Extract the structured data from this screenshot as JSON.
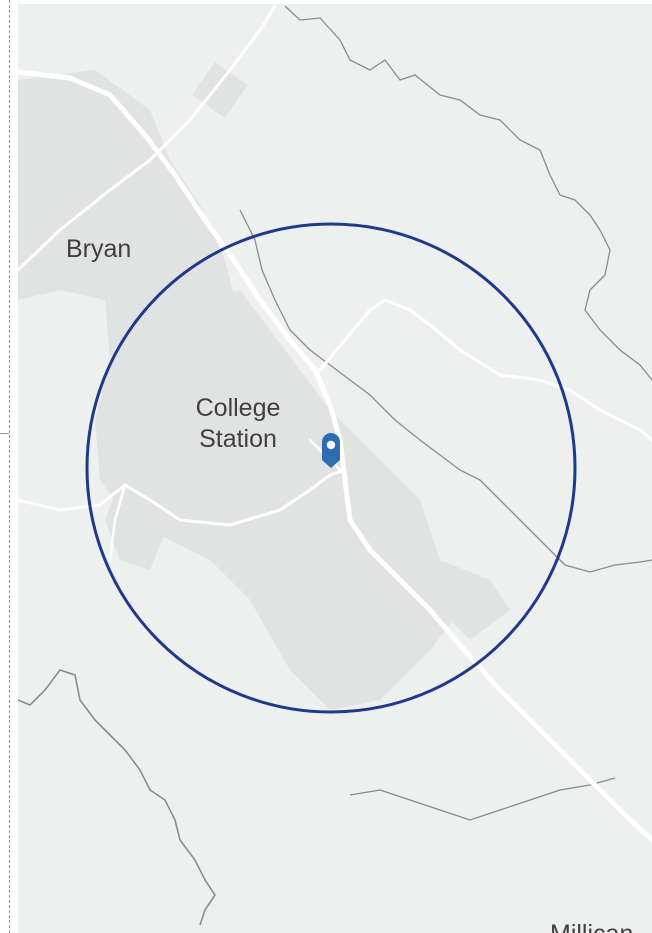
{
  "map": {
    "places": {
      "bryan": "Bryan",
      "college_station_line1": "College",
      "college_station_line2": "Station",
      "millican_partial": "Millican"
    },
    "search_radius_color": "#1f3a8a",
    "marker_color": "#2f6db3",
    "land_color": "#eef0f0",
    "urban_color": "#e2e3e3",
    "road_color": "#ffffff",
    "river_color": "#8a8a8a"
  }
}
